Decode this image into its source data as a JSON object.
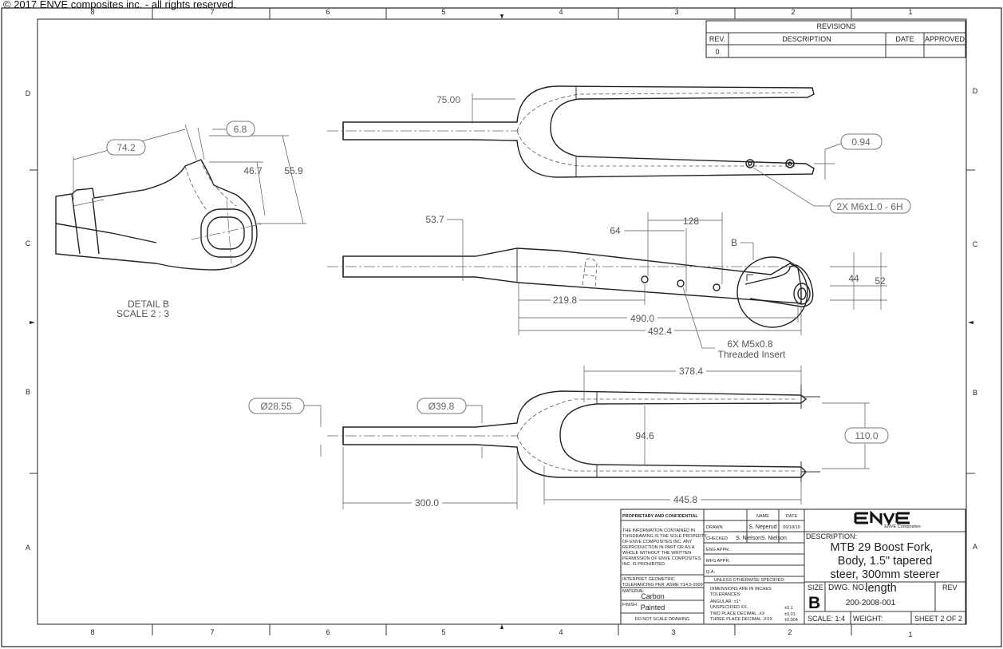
{
  "copyright": "© 2017 ENVE composites inc. - all rights reserved.",
  "grid": {
    "columns": [
      "8",
      "7",
      "6",
      "5",
      "4",
      "3",
      "2",
      "1"
    ],
    "rows": [
      "D",
      "C",
      "B",
      "A"
    ]
  },
  "revisions": {
    "title": "REVISIONS",
    "headers": [
      "REV.",
      "DESCRIPTION",
      "DATE",
      "APPROVED"
    ],
    "rows": [
      [
        "0",
        "",
        "",
        ""
      ]
    ]
  },
  "detail": {
    "label": "DETAIL B",
    "scale": "SCALE 2 : 3",
    "dims": [
      "74.2",
      "6.8",
      "46.7",
      "55.9"
    ]
  },
  "top_view": {
    "dims": [
      "75.00",
      "0.94"
    ],
    "note": "2X M6x1.0 - 6H"
  },
  "side_view": {
    "dims": [
      "53.7",
      "64",
      "128",
      "219.8",
      "490.0",
      "492.4",
      "44",
      "52"
    ],
    "callout": "B",
    "note_line1": "6X M5x0.8",
    "note_line2": "Threaded Insert"
  },
  "bottom_view": {
    "dims": [
      "Ø28.55",
      "Ø39.8",
      "378.4",
      "94.6",
      "110.0",
      "300.0",
      "445.8"
    ]
  },
  "title_block": {
    "proprietary_title": "PROPRIETARY AND CONFIDENTIAL",
    "proprietary_lines": [
      "THE INFORMATION CONTAINED IN",
      "THISDRAWING IS THE SOLE PROPERTY",
      "OF ENVE COMPOSITES INC. ANY",
      "REPRODUCTION IN PART OR AS A",
      "WHOLE WITHOUT THE WRITTEN",
      "PERMISSION OF ENVE COMPOSITES",
      "INC. IS PROHIBITED."
    ],
    "interpret_line1": "INTERPRET GEOMETRIC",
    "interpret_line2": "TOLERANCING PER: ASME Y14.5-2009",
    "material_label": "MATERIAL",
    "material": "Carbon",
    "finish_label": "FINISH",
    "finish": "Painted",
    "do_not_scale": "DO NOT SCALE DRAWING",
    "name_header": "NAME",
    "date_header": "DATE",
    "drawn_label": "DRAWN",
    "drawn_name": "S. Neperud",
    "drawn_date": "06/18/19",
    "checked_label": "CHECKED",
    "checked_name": "S. NielsonS. Nielson",
    "eng_label": "ENG APPR.",
    "mfg_label": "MFG APPR.",
    "qa_label": "Q.A.",
    "unless": "UNLESS OTHERWISE SPECIFIED:",
    "tol_lines": [
      "DIMENSIONS ARE IN INCHES",
      "TOLERANCES:",
      "ANGULAR: ±1°",
      "UNSPECIFIED XX.",
      "TWO PLACE DECIMAL .XX",
      "THREE PLACE DECIMAL .XXX"
    ],
    "tol_values": [
      "±0.1",
      "±0.01",
      "±0.004"
    ],
    "logo": "ENVE",
    "logo_sub": "ENVE Composites",
    "description_label": "DESCRIPTION:",
    "description_lines": [
      "MTB 29 Boost Fork,",
      "Body, 1.5\" tapered",
      "steer, 300mm steerer",
      "length"
    ],
    "size_label": "SIZE",
    "size": "B",
    "dwg_label": "DWG. NO.",
    "dwg_no": "200-2008-001",
    "rev_label": "REV",
    "scale": "SCALE: 1:4",
    "weight": "WEIGHT:",
    "sheet": "SHEET 2 OF 2"
  }
}
